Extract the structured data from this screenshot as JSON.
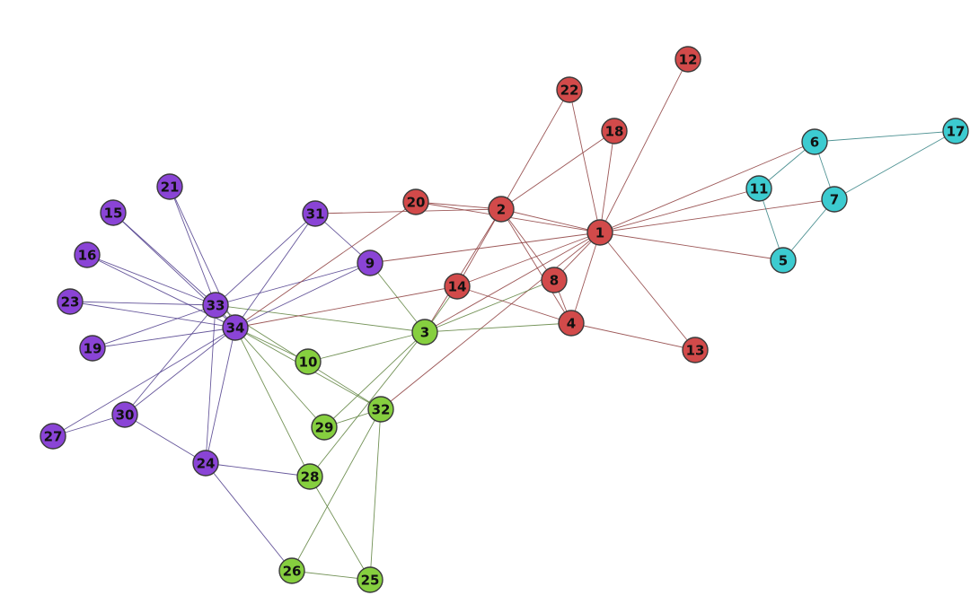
{
  "graph": {
    "groups": {
      "red": {
        "fill": "#d24a4a",
        "edge": "#8b3a3a"
      },
      "cyan": {
        "fill": "#3ccbd0",
        "edge": "#2f7f80"
      },
      "purple": {
        "fill": "#8a44d6",
        "edge": "#4b3a8a"
      },
      "green": {
        "fill": "#86cf3f",
        "edge": "#5a7f3a"
      }
    },
    "nodes": [
      {
        "id": "1",
        "label": "1",
        "group": "red"
      },
      {
        "id": "2",
        "label": "2",
        "group": "red"
      },
      {
        "id": "3",
        "label": "3",
        "group": "green"
      },
      {
        "id": "4",
        "label": "4",
        "group": "red"
      },
      {
        "id": "5",
        "label": "5",
        "group": "cyan"
      },
      {
        "id": "6",
        "label": "6",
        "group": "cyan"
      },
      {
        "id": "7",
        "label": "7",
        "group": "cyan"
      },
      {
        "id": "8",
        "label": "8",
        "group": "red"
      },
      {
        "id": "9",
        "label": "9",
        "group": "purple"
      },
      {
        "id": "10",
        "label": "10",
        "group": "green"
      },
      {
        "id": "11",
        "label": "11",
        "group": "cyan"
      },
      {
        "id": "12",
        "label": "12",
        "group": "red"
      },
      {
        "id": "13",
        "label": "13",
        "group": "red"
      },
      {
        "id": "14",
        "label": "14",
        "group": "red"
      },
      {
        "id": "15",
        "label": "15",
        "group": "purple"
      },
      {
        "id": "16",
        "label": "16",
        "group": "purple"
      },
      {
        "id": "17",
        "label": "17",
        "group": "cyan"
      },
      {
        "id": "18",
        "label": "18",
        "group": "red"
      },
      {
        "id": "19",
        "label": "19",
        "group": "purple"
      },
      {
        "id": "20",
        "label": "20",
        "group": "red"
      },
      {
        "id": "21",
        "label": "21",
        "group": "purple"
      },
      {
        "id": "22",
        "label": "22",
        "group": "red"
      },
      {
        "id": "23",
        "label": "23",
        "group": "purple"
      },
      {
        "id": "24",
        "label": "24",
        "group": "purple"
      },
      {
        "id": "25",
        "label": "25",
        "group": "green"
      },
      {
        "id": "26",
        "label": "26",
        "group": "green"
      },
      {
        "id": "27",
        "label": "27",
        "group": "purple"
      },
      {
        "id": "28",
        "label": "28",
        "group": "green"
      },
      {
        "id": "29",
        "label": "29",
        "group": "green"
      },
      {
        "id": "30",
        "label": "30",
        "group": "purple"
      },
      {
        "id": "31",
        "label": "31",
        "group": "purple"
      },
      {
        "id": "32",
        "label": "32",
        "group": "green"
      },
      {
        "id": "33",
        "label": "33",
        "group": "purple"
      },
      {
        "id": "34",
        "label": "34",
        "group": "purple"
      }
    ],
    "edges": [
      [
        "1",
        "2"
      ],
      [
        "1",
        "3"
      ],
      [
        "1",
        "4"
      ],
      [
        "1",
        "5"
      ],
      [
        "1",
        "6"
      ],
      [
        "1",
        "7"
      ],
      [
        "1",
        "8"
      ],
      [
        "1",
        "9"
      ],
      [
        "1",
        "11"
      ],
      [
        "1",
        "12"
      ],
      [
        "1",
        "13"
      ],
      [
        "1",
        "14"
      ],
      [
        "1",
        "18"
      ],
      [
        "1",
        "20"
      ],
      [
        "1",
        "22"
      ],
      [
        "1",
        "32"
      ],
      [
        "2",
        "3"
      ],
      [
        "2",
        "4"
      ],
      [
        "2",
        "8"
      ],
      [
        "2",
        "14"
      ],
      [
        "2",
        "18"
      ],
      [
        "2",
        "20"
      ],
      [
        "2",
        "22"
      ],
      [
        "2",
        "31"
      ],
      [
        "3",
        "4"
      ],
      [
        "3",
        "8"
      ],
      [
        "3",
        "9"
      ],
      [
        "3",
        "10"
      ],
      [
        "3",
        "14"
      ],
      [
        "3",
        "28"
      ],
      [
        "3",
        "29"
      ],
      [
        "3",
        "33"
      ],
      [
        "4",
        "8"
      ],
      [
        "4",
        "13"
      ],
      [
        "4",
        "14"
      ],
      [
        "5",
        "7"
      ],
      [
        "5",
        "11"
      ],
      [
        "6",
        "7"
      ],
      [
        "6",
        "11"
      ],
      [
        "6",
        "17"
      ],
      [
        "7",
        "17"
      ],
      [
        "9",
        "31"
      ],
      [
        "9",
        "33"
      ],
      [
        "9",
        "34"
      ],
      [
        "10",
        "34"
      ],
      [
        "14",
        "34"
      ],
      [
        "15",
        "33"
      ],
      [
        "15",
        "34"
      ],
      [
        "16",
        "33"
      ],
      [
        "16",
        "34"
      ],
      [
        "19",
        "33"
      ],
      [
        "19",
        "34"
      ],
      [
        "20",
        "34"
      ],
      [
        "21",
        "33"
      ],
      [
        "21",
        "34"
      ],
      [
        "23",
        "33"
      ],
      [
        "23",
        "34"
      ],
      [
        "24",
        "26"
      ],
      [
        "24",
        "28"
      ],
      [
        "24",
        "30"
      ],
      [
        "24",
        "33"
      ],
      [
        "24",
        "34"
      ],
      [
        "25",
        "26"
      ],
      [
        "25",
        "28"
      ],
      [
        "25",
        "32"
      ],
      [
        "26",
        "32"
      ],
      [
        "27",
        "30"
      ],
      [
        "27",
        "34"
      ],
      [
        "28",
        "34"
      ],
      [
        "29",
        "32"
      ],
      [
        "29",
        "34"
      ],
      [
        "30",
        "33"
      ],
      [
        "30",
        "34"
      ],
      [
        "31",
        "33"
      ],
      [
        "31",
        "34"
      ],
      [
        "32",
        "33"
      ],
      [
        "32",
        "34"
      ],
      [
        "33",
        "34"
      ]
    ]
  }
}
